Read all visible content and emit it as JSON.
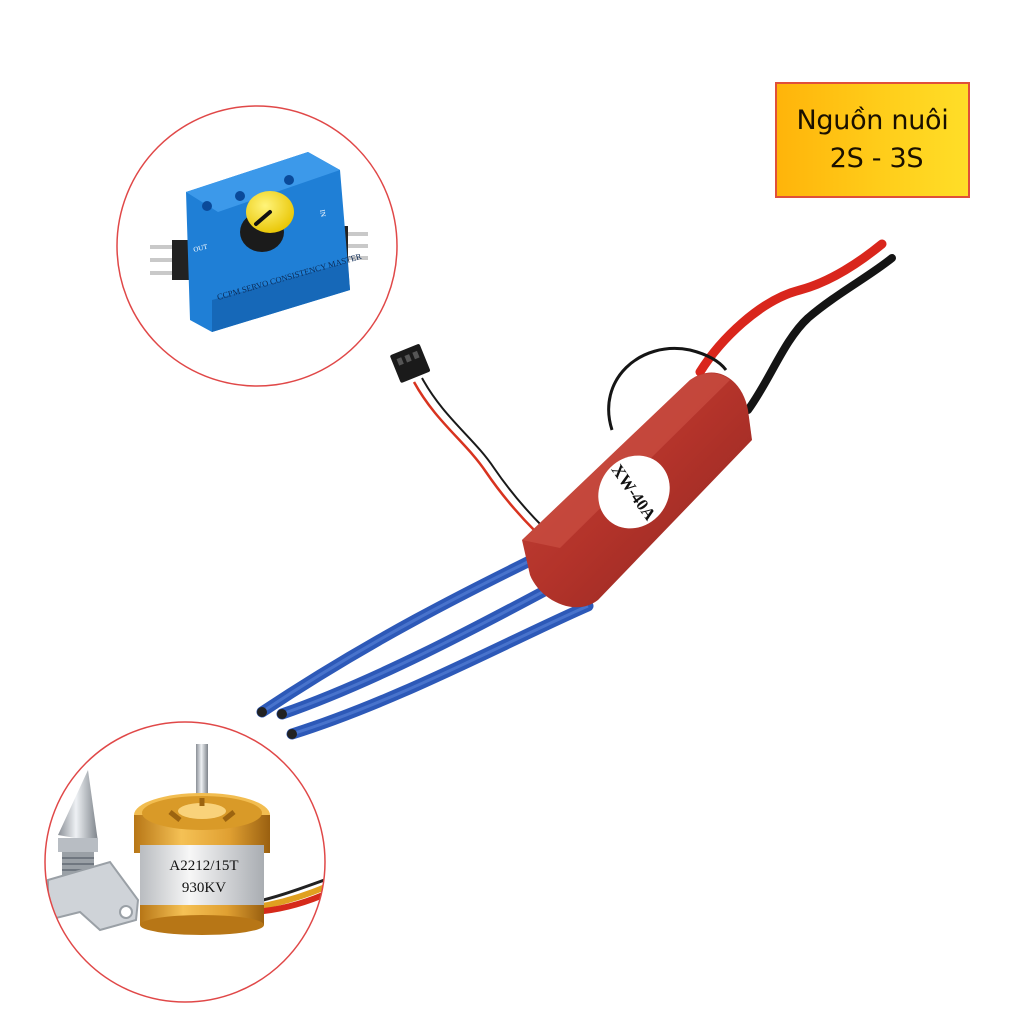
{
  "badge": {
    "line1": "Nguồn nuôi",
    "line2": "2S - 3S",
    "border_color": "#e0503a"
  },
  "esc": {
    "label": "XW-40A",
    "body_color": "#b8352c",
    "wire_color": "#2d59b8"
  },
  "servo_tester": {
    "caption": "CCPM SERVO CONSISTENCY MASTER",
    "port_out": "OUT",
    "port_in": "IN",
    "body_color": "#1f7fd6"
  },
  "motor": {
    "model": "A2212/15T",
    "kv": "930KV",
    "can_color": "#e8a530"
  },
  "colors": {
    "circle_outline": "#e04848",
    "red_wire": "#d9261c",
    "black_wire": "#141414"
  }
}
